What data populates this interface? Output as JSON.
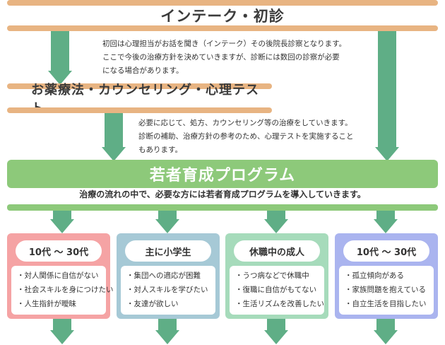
{
  "intake": {
    "title": "インテーク・初診",
    "note": "初回は心理担当がお話を聞き（インテーク）その後院長診察となります。\nここで今後の治療方針を決めていきますが、診断には数回の診察が必要\nになる場合があります。"
  },
  "treatment": {
    "title": "お薬療法・カウンセリング・心理テスト",
    "note": "必要に応じて、処方、カウンセリング等の治療をしていきます。\n診断の補助、治療方針の参考のため、心理テストを実施すること\nもあります。"
  },
  "program": {
    "title": "若者育成プログラム",
    "subtitle": "治療の流れの中で、必要な方には若者育成プログラムを導入していきます。"
  },
  "panels": [
    {
      "label": "10代 〜 30代",
      "color": "#f5a3a4",
      "items": [
        "・対人関係に自信がない",
        "・社会スキルを身につけたい",
        "・人生指針が曖昧"
      ]
    },
    {
      "label": "主に小学生",
      "color": "#a6c9d6",
      "items": [
        "・集団への適応が困難",
        "・対人スキルを学びたい",
        "・友達が欲しい"
      ]
    },
    {
      "label": "休職中の成人",
      "color": "#a6dbbb",
      "items": [
        "・うつ病などで休職中",
        "・復職に自信がもてない",
        "・生活リズムを改善したい"
      ]
    },
    {
      "label": "10代 〜 30代",
      "color": "#aab4ef",
      "items": [
        "・孤立傾向がある",
        "・家族問題を抱えている",
        "・自立生活を目指したい"
      ]
    }
  ],
  "colors": {
    "arrow": "#5fae86",
    "tan": "#e8b482",
    "program": "#8dc97a"
  }
}
